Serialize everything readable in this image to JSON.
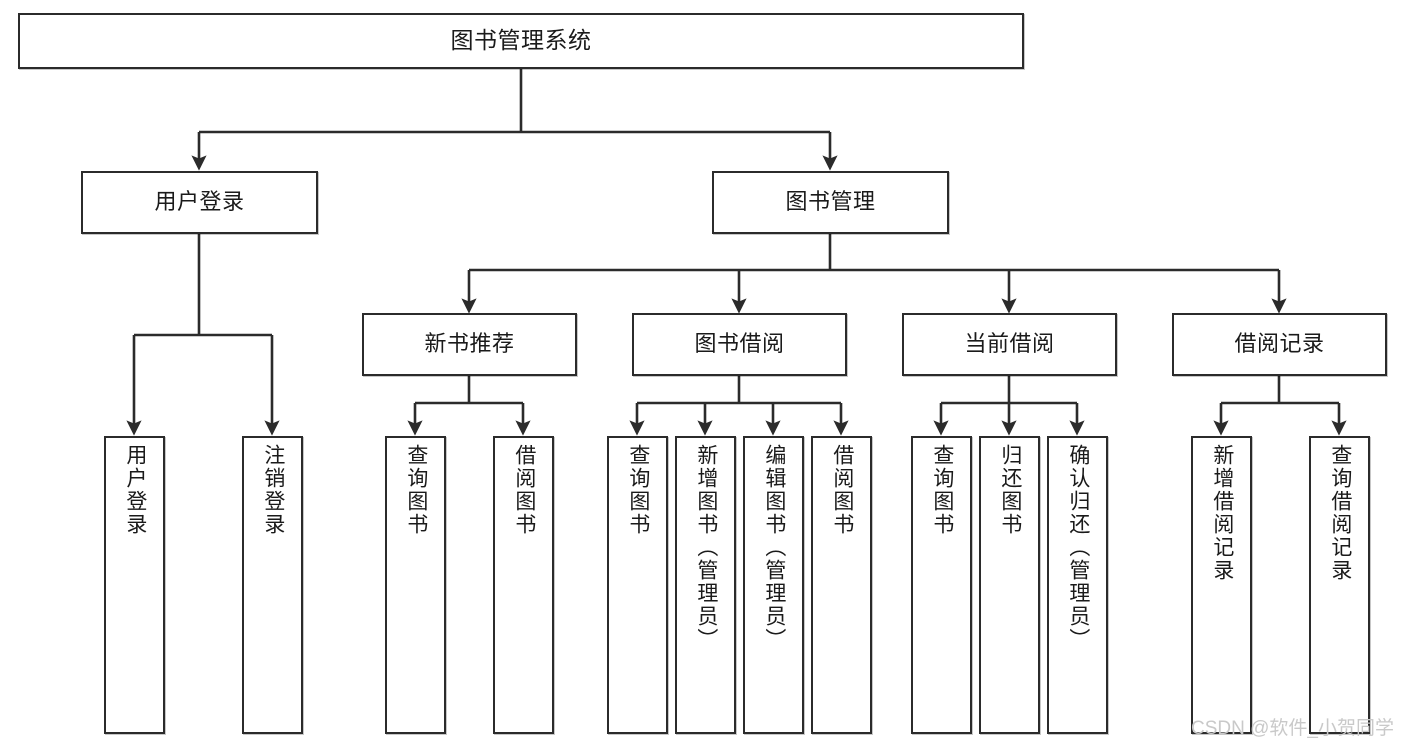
{
  "diagram": {
    "title": "图书管理系统",
    "type": "functional-structure-tree",
    "watermark": "CSDN @软件_小贺同学",
    "colors": {
      "background": "#ffffff",
      "box_border": "#2b2b2b",
      "box_fill": "#ffffff",
      "connector": "#2b2b2b",
      "text": "#1a1a1a",
      "watermark": "#c9c9c9"
    },
    "root": {
      "label": "图书管理系统"
    },
    "level2": [
      {
        "label": "用户登录"
      },
      {
        "label": "图书管理"
      }
    ],
    "level3": [
      {
        "label": "新书推荐"
      },
      {
        "label": "图书借阅"
      },
      {
        "label": "当前借阅"
      },
      {
        "label": "借阅记录"
      }
    ],
    "leaves": {
      "user_login": [
        {
          "label": "用户登录"
        },
        {
          "label": "注销登录"
        }
      ],
      "new_book_recommend": [
        {
          "label": "查询图书"
        },
        {
          "label": "借阅图书"
        }
      ],
      "book_borrow": [
        {
          "label": "查询图书"
        },
        {
          "label": "新增图书（管理员）"
        },
        {
          "label": "编辑图书（管理员）"
        },
        {
          "label": "借阅图书"
        }
      ],
      "current_borrow": [
        {
          "label": "查询图书"
        },
        {
          "label": "归还图书"
        },
        {
          "label": "确认归还（管理员）"
        }
      ],
      "borrow_record": [
        {
          "label": "新增借阅记录"
        },
        {
          "label": "查询借阅记录"
        }
      ]
    }
  }
}
